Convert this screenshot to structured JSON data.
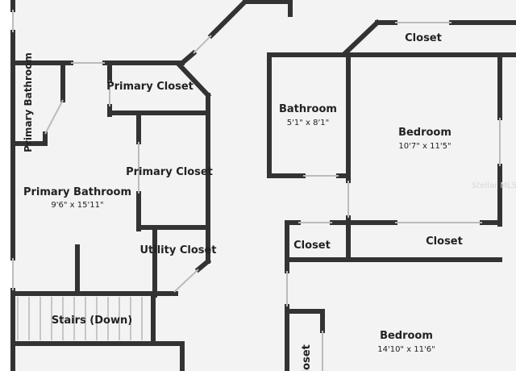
{
  "colors": {
    "wall": "#333333",
    "floor": "#f3f3f3",
    "background": "#ffffff"
  },
  "rooms": {
    "primary_bathroom_small": "Primary Bathroom",
    "primary_closet_top": "Primary Closet",
    "primary_closet_mid": "Primary Closet",
    "primary_bathroom": {
      "name": "Primary Bathroom",
      "dims": "9'6\" x 15'11\""
    },
    "utility_closet": "Utility Closet",
    "stairs": "Stairs (Down)",
    "bathroom": {
      "name": "Bathroom",
      "dims": "5'1\" x 8'1\""
    },
    "closet_top": "Closet",
    "bedroom_right": {
      "name": "Bedroom",
      "dims": "10'7\" x 11'5\""
    },
    "closet_small": "Closet",
    "closet_wide": "Closet",
    "bedroom_bottom": {
      "name": "Bedroom",
      "dims": "14'10\" x 11'6\""
    },
    "closet_vertical": "Closet"
  },
  "watermark": "Stellar MLS"
}
